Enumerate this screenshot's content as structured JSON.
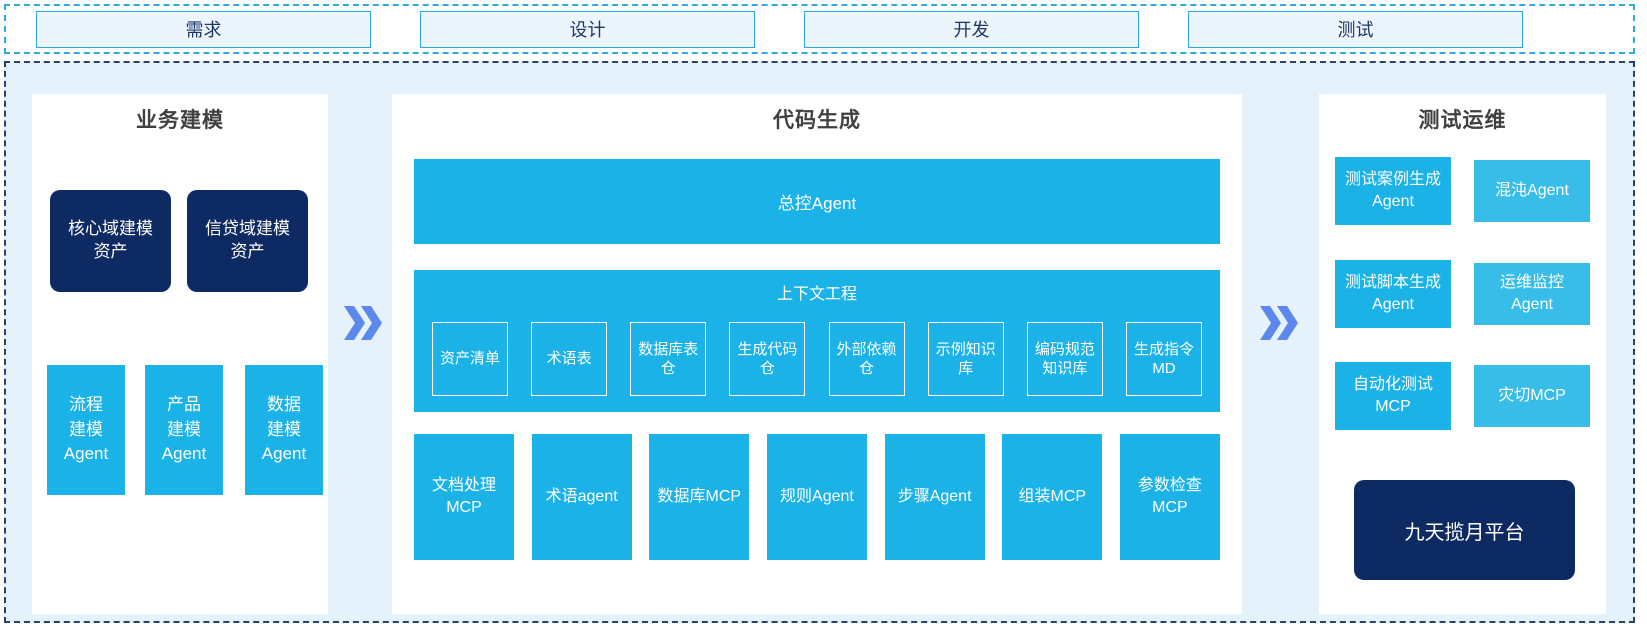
{
  "phases": [
    "需求",
    "设计",
    "开发",
    "测试"
  ],
  "panels": {
    "business_modeling": {
      "title": "业务建模",
      "asset_boxes": [
        "核心域建模资产",
        "信贷域建模资产"
      ],
      "agent_boxes": [
        "流程建模Agent",
        "产品建模Agent",
        "数据建模Agent"
      ]
    },
    "code_generation": {
      "title": "代码生成",
      "master_agent": "总控Agent",
      "context_engineering": {
        "title": "上下文工程",
        "items": [
          "资产清单",
          "术语表",
          "数据库表仓",
          "生成代码仓",
          "外部依赖仓",
          "示例知识库",
          "编码规范知识库",
          "生成指令MD"
        ]
      },
      "tool_boxes": [
        "文档处理MCP",
        "术语agent",
        "数据库MCP",
        "规则Agent",
        "步骤Agent",
        "组装MCP",
        "参数检查MCP"
      ]
    },
    "test_ops": {
      "title": "测试运维",
      "agent_boxes": [
        {
          "label": "测试案例生成Agent"
        },
        {
          "label": "混沌Agent"
        },
        {
          "label": "测试脚本生成Agent"
        },
        {
          "label": "运维监控Agent"
        },
        {
          "label": "自动化测试MCP"
        },
        {
          "label": "灾切MCP"
        }
      ],
      "platform_box": "九天揽月平台"
    }
  },
  "colors": {
    "cyan": "#1bb2e8",
    "cyan_light": "#38bde9",
    "navy": "#0e2a63",
    "arrow_blue": "#5c87ed",
    "container_bg": "#e6f2fb",
    "phase_box_bg": "#ecf5fb",
    "phase_box_border": "#29a9e1",
    "outer_dashed_border": "#2aace3",
    "main_dashed_border": "#27426b",
    "title_text": "#404040",
    "phase_text": "#1e3766"
  }
}
